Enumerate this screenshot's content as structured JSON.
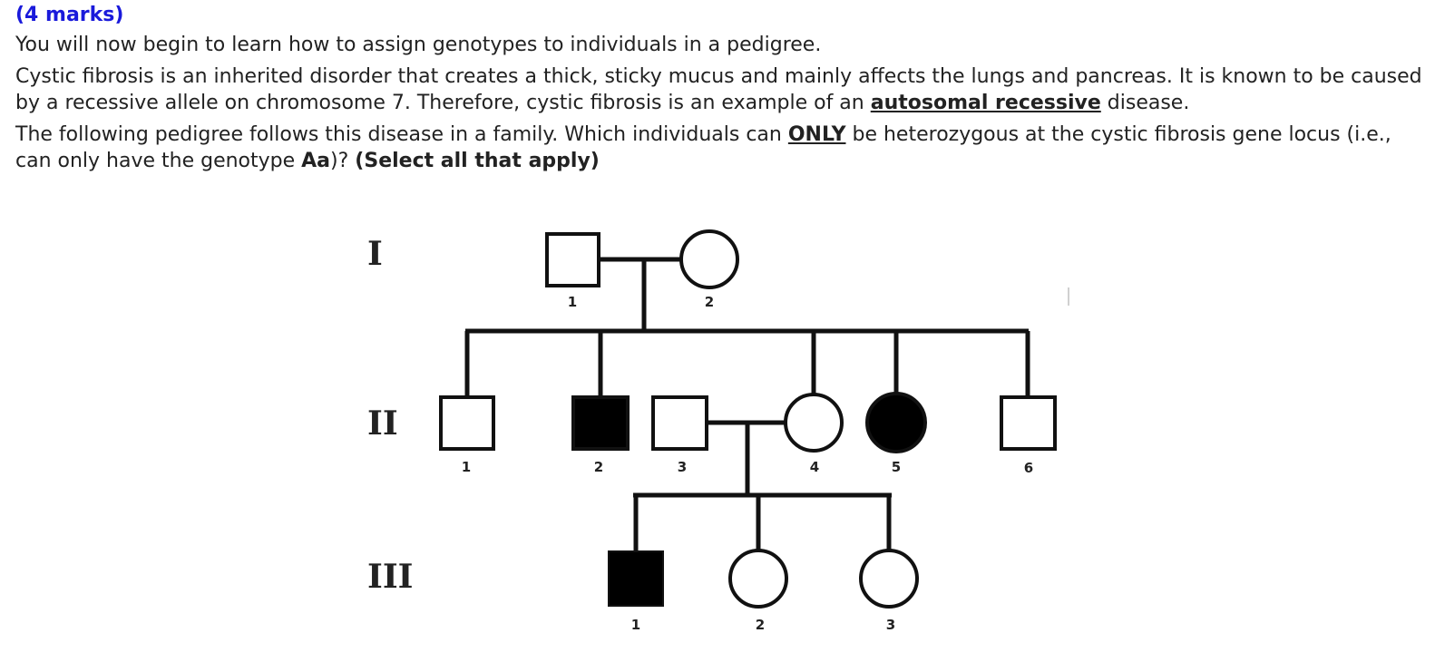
{
  "question": {
    "marks": "(4 marks)",
    "intro": "You will now begin to learn how to assign genotypes to individuals in a pedigree.",
    "p2_a": "Cystic fibrosis is an inherited disorder that creates a thick, sticky mucus and mainly affects the lungs and pancreas. It is known to be caused by a recessive allele on chromosome 7. Therefore, cystic fibrosis is an example of an ",
    "p2_b": "autosomal recessive",
    "p2_c": " disease.",
    "p3_a": "The following pedigree follows this disease in a family. Which individuals can ",
    "p3_b": "ONLY",
    "p3_c": " be heterozygous at the cystic fibrosis gene locus (i.e., can only have the genotype ",
    "p3_d": "Aa",
    "p3_e": ")? ",
    "p3_f": "(Select all that apply)"
  },
  "pedigree": {
    "generations": [
      "I",
      "II",
      "III"
    ],
    "individuals": {
      "g1_1": "1",
      "g1_2": "2",
      "g2_1": "1",
      "g2_2": "2",
      "g2_3": "3",
      "g2_4": "4",
      "g2_5": "5",
      "g2_6": "6",
      "g3_1": "1",
      "g3_2": "2",
      "g3_3": "3"
    },
    "affected": [
      "II-2",
      "II-5",
      "III-1"
    ]
  }
}
